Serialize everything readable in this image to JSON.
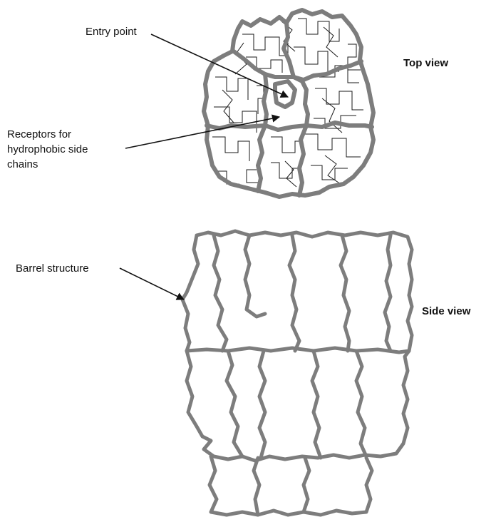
{
  "labels": {
    "entry_point": "Entry point",
    "receptors_line1": "Receptors for",
    "receptors_line2": "hydrophobic side",
    "receptors_line3": "chains",
    "barrel_structure": "Barrel structure",
    "top_view": "Top view",
    "side_view": "Side view"
  },
  "colors": {
    "outline": "#7d7d7d",
    "strand": "#1a1a1a",
    "text": "#111111",
    "arrow": "#111111"
  }
}
